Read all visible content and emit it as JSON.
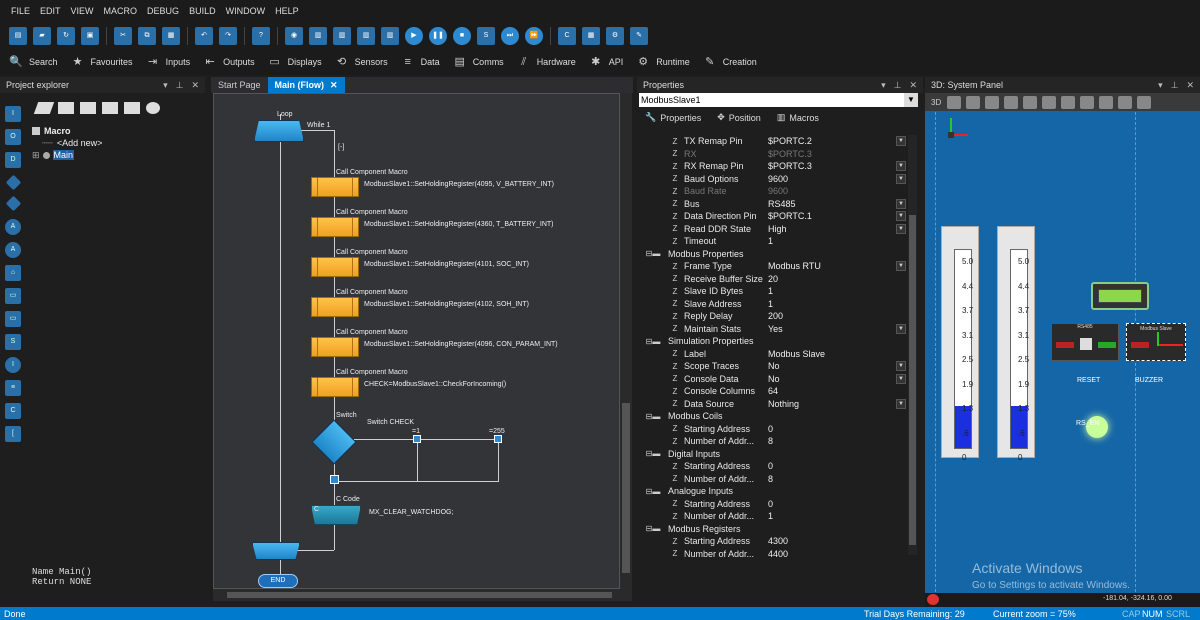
{
  "menu": [
    "FILE",
    "EDIT",
    "VIEW",
    "MACRO",
    "DEBUG",
    "BUILD",
    "WINDOW",
    "HELP"
  ],
  "toolbar2": [
    {
      "icon": "search-icon",
      "label": "Search"
    },
    {
      "icon": "star-icon",
      "label": "Favourites"
    },
    {
      "icon": "inputs-icon",
      "label": "Inputs"
    },
    {
      "icon": "outputs-icon",
      "label": "Outputs"
    },
    {
      "icon": "displays-icon",
      "label": "Displays"
    },
    {
      "icon": "sensors-icon",
      "label": "Sensors"
    },
    {
      "icon": "data-icon",
      "label": "Data"
    },
    {
      "icon": "comms-icon",
      "label": "Comms"
    },
    {
      "icon": "hardware-icon",
      "label": "Hardware"
    },
    {
      "icon": "api-icon",
      "label": "API"
    },
    {
      "icon": "runtime-icon",
      "label": "Runtime"
    },
    {
      "icon": "creation-icon",
      "label": "Creation"
    }
  ],
  "explorer": {
    "title": "Project explorer",
    "tree_root": "Macro",
    "add_new": "<Add new>",
    "main": "Main",
    "name_line": "Name   Main()",
    "return_line": "Return NONE"
  },
  "flow": {
    "tabs": [
      "Start Page",
      "Main (Flow)"
    ],
    "loop_label": "Loop",
    "while_label": "While 1",
    "collapse": "[-]",
    "call_label": "Call Component Macro",
    "calls": [
      "ModbusSlave1::SetHoldingRegister(4095, V_BATTERY_INT)",
      "ModbusSlave1::SetHoldingRegister(4360, T_BATTERY_INT)",
      "ModbusSlave1::SetHoldingRegister(4101, SOC_INT)",
      "ModbusSlave1::SetHoldingRegister(4102, SOH_INT)",
      "ModbusSlave1::SetHoldingRegister(4096, CON_PARAM_INT)",
      "CHECK=ModbusSlave1::CheckForIncoming()"
    ],
    "switch_label": "Switch",
    "switch_name": "Switch CHECK",
    "case1": "=1",
    "case2": "=255",
    "ccode_label": "C Code",
    "ccode_c": "C",
    "ccode_text": "MX_CLEAR_WATCHDOG;",
    "end": "END"
  },
  "properties": {
    "title": "Properties",
    "selected": "ModbusSlave1",
    "tabs": [
      "Properties",
      "Position",
      "Macros"
    ],
    "rows": [
      {
        "k": "TX Remap Pin",
        "v": "$PORTC.2",
        "ind": 2,
        "dd": true
      },
      {
        "k": "RX",
        "v": "$PORTC.3",
        "ind": 2,
        "dis": true
      },
      {
        "k": "RX Remap Pin",
        "v": "$PORTC.3",
        "ind": 2,
        "dd": true
      },
      {
        "k": "Baud Options",
        "v": "9600",
        "ind": 2,
        "dd": true
      },
      {
        "k": "Baud Rate",
        "v": "9600",
        "ind": 2,
        "dis": true
      },
      {
        "k": "Bus",
        "v": "RS485",
        "ind": 2,
        "dd": true
      },
      {
        "k": "Data Direction Pin",
        "v": "$PORTC.1",
        "ind": 2,
        "dd": true
      },
      {
        "k": "Read DDR State",
        "v": "High",
        "ind": 2,
        "dd": true
      },
      {
        "k": "Timeout",
        "v": "1",
        "ind": 2
      },
      {
        "k": "Modbus Properties",
        "v": "",
        "ind": 0,
        "sec": true
      },
      {
        "k": "Frame Type",
        "v": "Modbus RTU",
        "ind": 2,
        "dd": true
      },
      {
        "k": "Receive Buffer Size",
        "v": "20",
        "ind": 2
      },
      {
        "k": "Slave ID Bytes",
        "v": "1",
        "ind": 2
      },
      {
        "k": "Slave Address",
        "v": "1",
        "ind": 2
      },
      {
        "k": "Reply Delay",
        "v": "200",
        "ind": 2
      },
      {
        "k": "Maintain Stats",
        "v": "Yes",
        "ind": 2,
        "dd": true
      },
      {
        "k": "Simulation Properties",
        "v": "",
        "ind": 0,
        "sec": true
      },
      {
        "k": "Label",
        "v": "Modbus Slave",
        "ind": 2
      },
      {
        "k": "Scope Traces",
        "v": "No",
        "ind": 2,
        "dd": true
      },
      {
        "k": "Console Data",
        "v": "No",
        "ind": 2,
        "dd": true
      },
      {
        "k": "Console Columns",
        "v": "64",
        "ind": 2
      },
      {
        "k": "Data Source",
        "v": "Nothing",
        "ind": 2,
        "dd": true
      },
      {
        "k": "Modbus Coils",
        "v": "",
        "ind": 0,
        "sec": true
      },
      {
        "k": "Starting Address",
        "v": "0",
        "ind": 2
      },
      {
        "k": "Number of Addr...",
        "v": "8",
        "ind": 2
      },
      {
        "k": "Digital Inputs",
        "v": "",
        "ind": 0,
        "sec": true
      },
      {
        "k": "Starting Address",
        "v": "0",
        "ind": 2
      },
      {
        "k": "Number of Addr...",
        "v": "8",
        "ind": 2
      },
      {
        "k": "Analogue Inputs",
        "v": "",
        "ind": 0,
        "sec": true
      },
      {
        "k": "Starting Address",
        "v": "0",
        "ind": 2
      },
      {
        "k": "Number of Addr...",
        "v": "1",
        "ind": 2
      },
      {
        "k": "Modbus Registers",
        "v": "",
        "ind": 0,
        "sec": true
      },
      {
        "k": "Starting Address",
        "v": "4300",
        "ind": 2
      },
      {
        "k": "Number of Addr...",
        "v": "4400",
        "ind": 2
      }
    ]
  },
  "panel3d": {
    "title": "3D: System Panel",
    "tool_3d": "3D",
    "scale": [
      "5.0",
      "4.4",
      "3.7",
      "3.1",
      "2.5",
      "1.9",
      "1.3",
      ".6",
      "0"
    ],
    "rs485": "RS485",
    "modbus_slave": "Modbus Slave",
    "reset": "RESET",
    "buzzer": "BUZZER",
    "rs_en": "RS_EN",
    "coords": "-181.04, -324.16, 0.00",
    "activate_title": "Activate Windows",
    "activate_sub": "Go to Settings to activate Windows."
  },
  "status": {
    "left": "Done",
    "trial": "Trial Days Remaining: 29",
    "zoom": "Current zoom = 75%",
    "caps": "CAP",
    "num": "NUM",
    "scrl": "SCRL"
  }
}
